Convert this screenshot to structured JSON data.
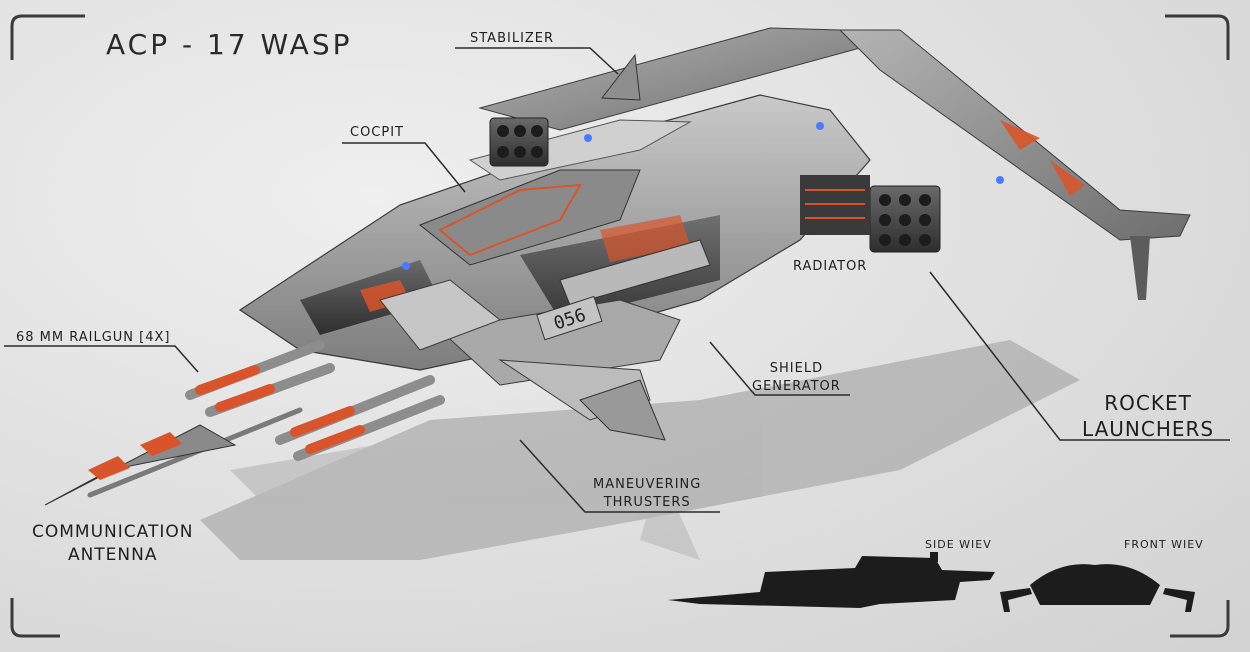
{
  "title": "ACP - 17 WASP",
  "hull_number": "056",
  "callouts": {
    "stabilizer": "STABILIZER",
    "cockpit": "COCPIT",
    "railgun": "68 MM RAILGUN [4X]",
    "radiator": "RADIATOR",
    "shield": [
      "SHIELD",
      "GENERATOR"
    ],
    "rocket": [
      "ROCKET",
      "LAUNCHERS"
    ],
    "maneuvering": [
      "MANEUVERING",
      "THRUSTERS"
    ],
    "communication": [
      "COMMUNICATION",
      "ANTENNA"
    ]
  },
  "views": {
    "side": "SIDE WIEV",
    "front": "FRONT WIEV"
  },
  "colors": {
    "background": "#dddddd",
    "hull": "#9c9c9c",
    "hull_dark": "#4a4a4a",
    "accent": "#d9542b",
    "glow": "#4a7bff",
    "text": "#1f1f1f"
  }
}
